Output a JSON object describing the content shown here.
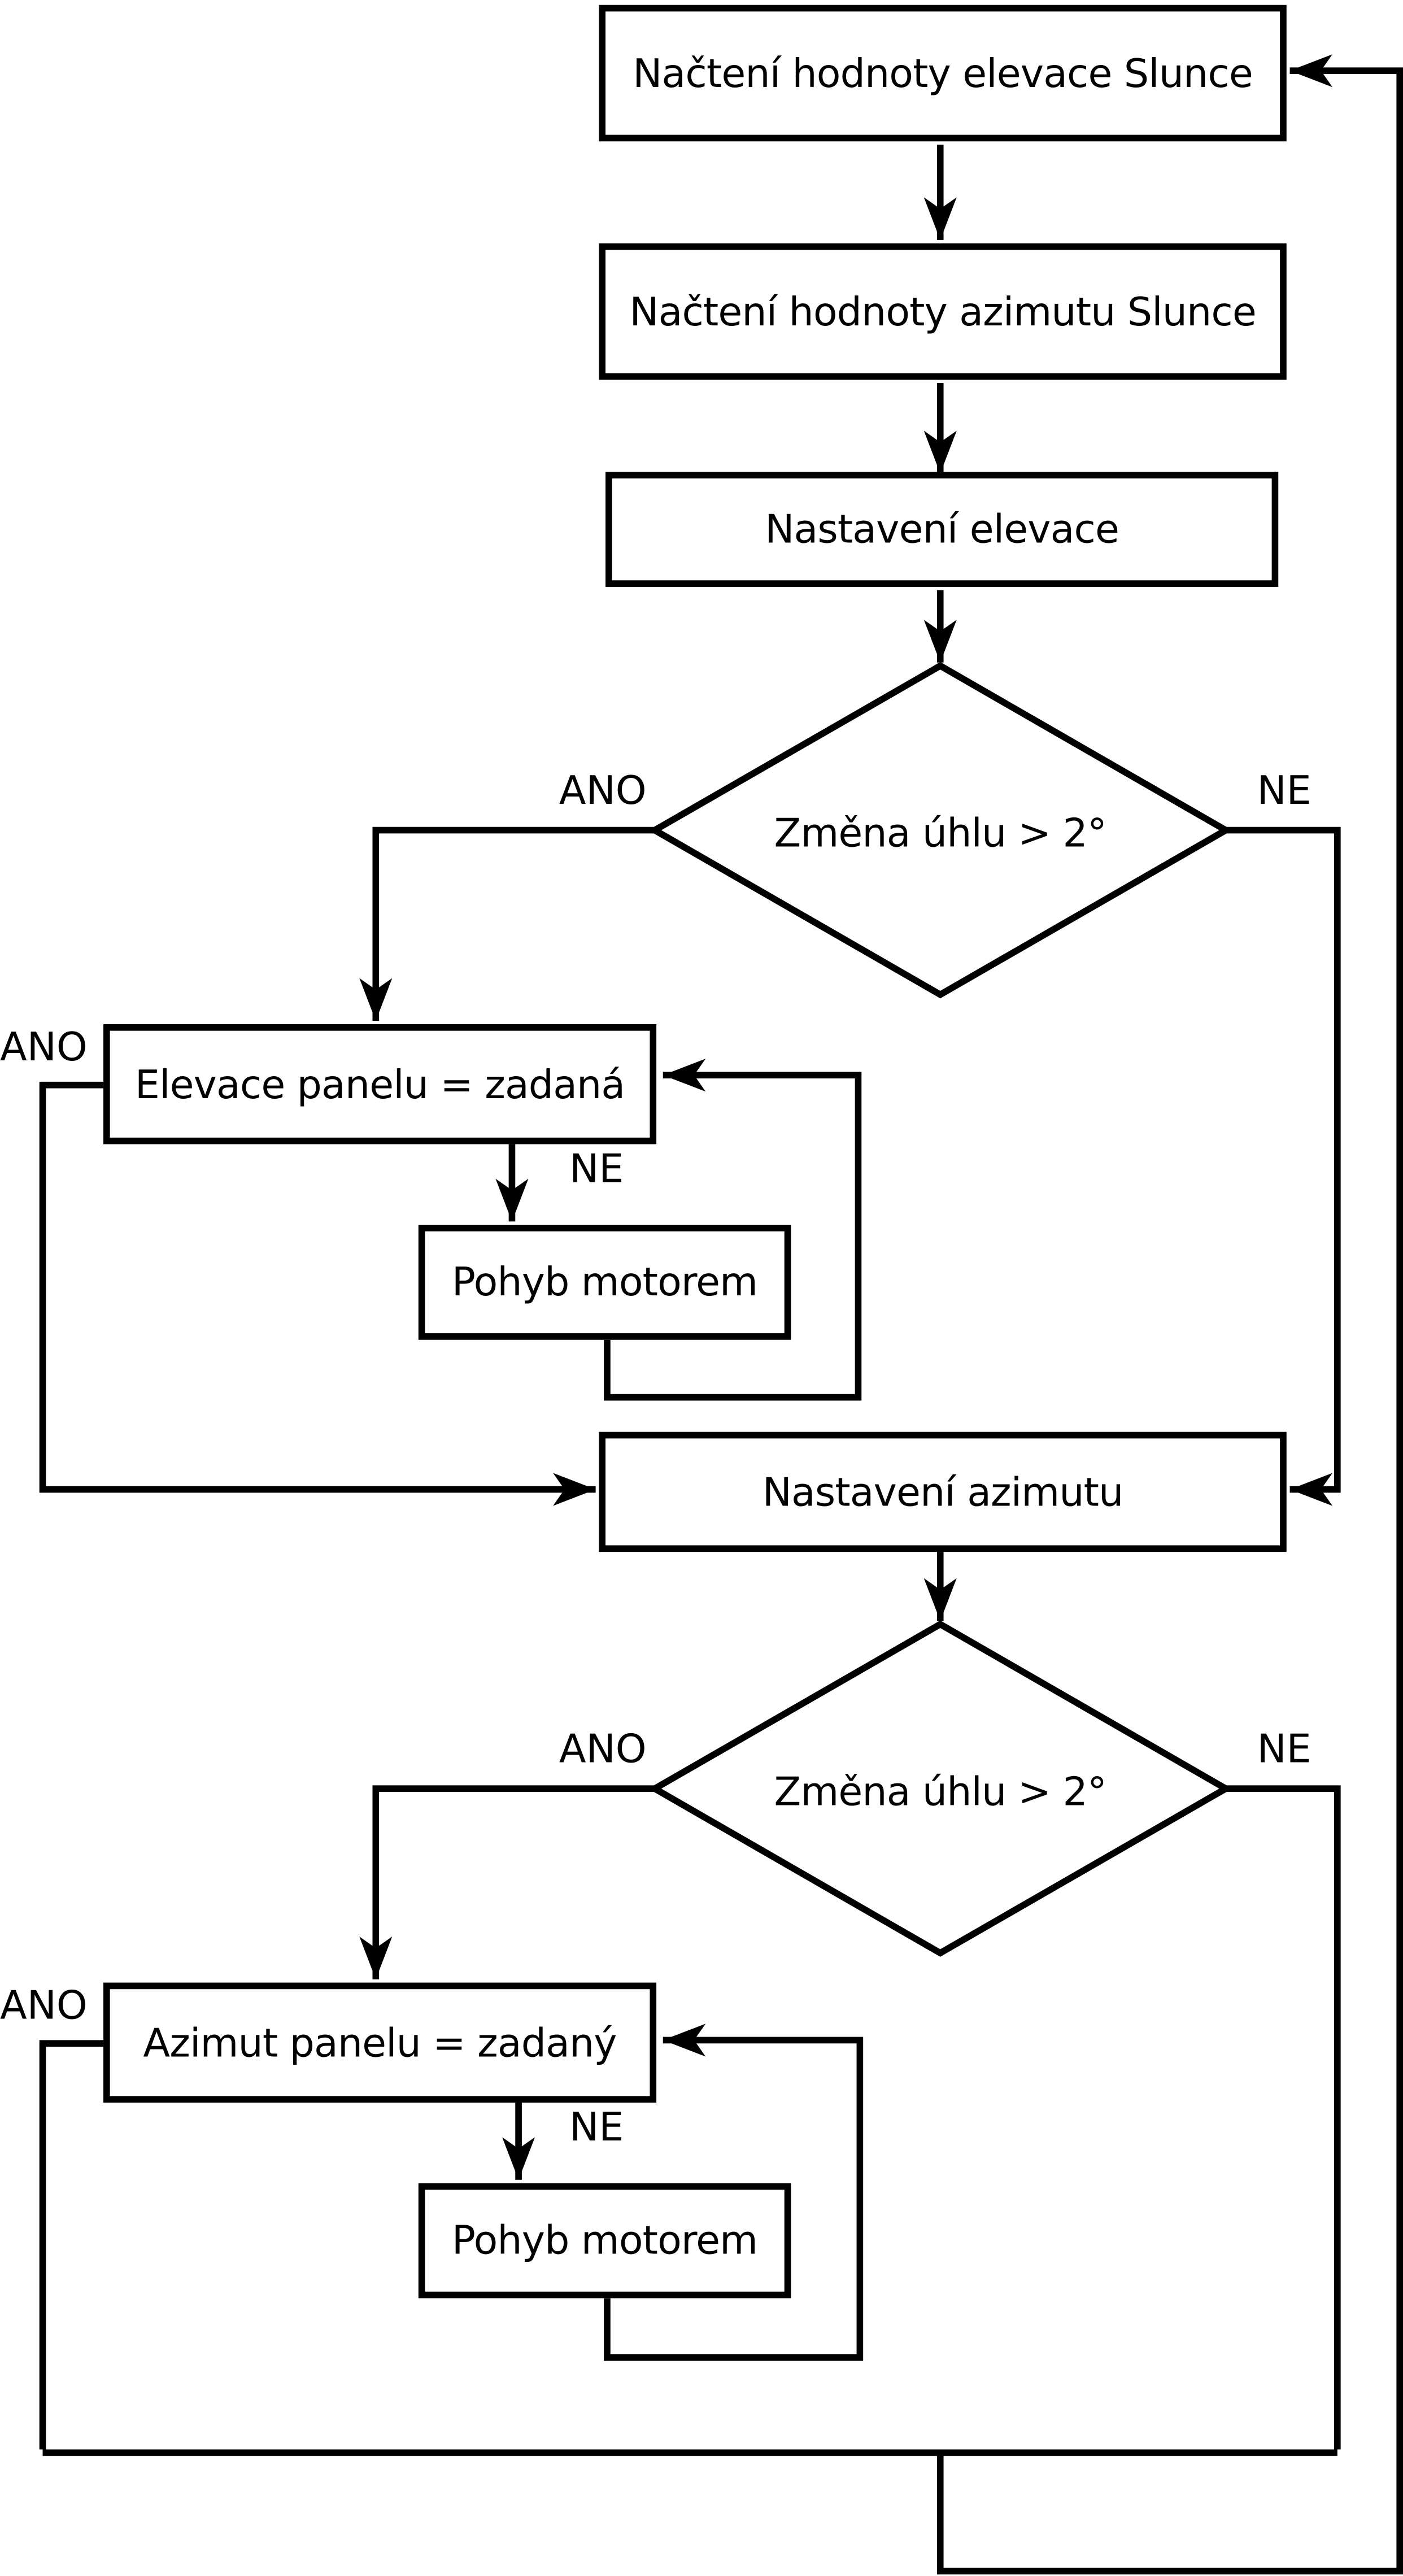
{
  "flowchart": {
    "nodes": {
      "load_elevation": {
        "label": "Načtení hodnoty elevace Slunce"
      },
      "load_azimuth": {
        "label": "Načtení hodnoty azimutu Slunce"
      },
      "set_elevation": {
        "label": "Nastavení elevace"
      },
      "decision_elevation": {
        "label": "Změna úhlu > 2°"
      },
      "elevation_equal": {
        "label": "Elevace panelu = zadaná"
      },
      "motor_elevation": {
        "label": "Pohyb motorem"
      },
      "set_azimuth": {
        "label": "Nastavení azimutu"
      },
      "decision_azimuth": {
        "label": "Změna úhlu > 2°"
      },
      "azimuth_equal": {
        "label": "Azimut panelu = zadaný"
      },
      "motor_azimuth": {
        "label": "Pohyb motorem"
      }
    },
    "branch_labels": {
      "yes": "ANO",
      "no": "NE"
    },
    "colors": {
      "line": "#000000",
      "text": "#000000",
      "background": "#ffffff"
    }
  }
}
